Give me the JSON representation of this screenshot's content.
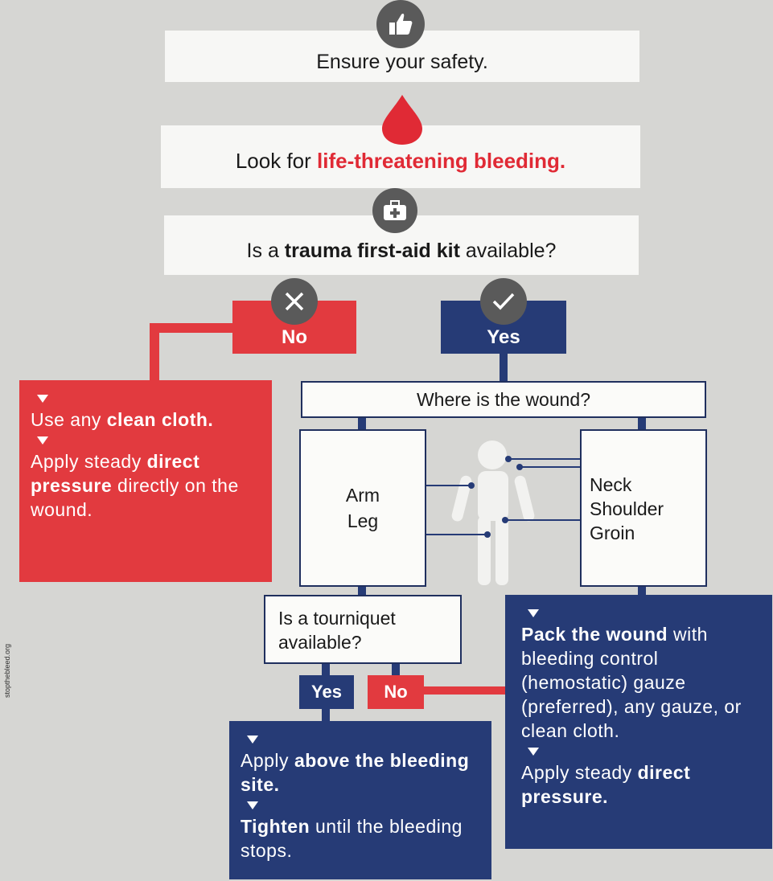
{
  "step1": {
    "text": "Ensure your safety.",
    "icon": "thumbs-up-icon"
  },
  "step2": {
    "text_plain": "Look for ",
    "text_highlight": "life-threatening bleeding.",
    "icon": "blood-drop-icon"
  },
  "step3": {
    "text_plain_1": "Is a ",
    "text_bold": "trauma first-aid kit",
    "text_plain_2": " available?",
    "icon": "first-aid-kit-icon"
  },
  "no_branch": {
    "label": "No",
    "icon": "x-icon",
    "step_a": {
      "plain_1": "Use any ",
      "bold": "clean cloth."
    },
    "step_b": {
      "plain_1": "Apply steady ",
      "bold": "direct pressure",
      "plain_2": " directly on the wound."
    }
  },
  "yes_branch": {
    "label": "Yes",
    "icon": "check-icon"
  },
  "wound_question": "Where is the wound?",
  "arm_leg": {
    "line1": "Arm",
    "line2": "Leg"
  },
  "neck_group": {
    "line1": "Neck",
    "line2": "Shoulder",
    "line3": "Groin"
  },
  "tourniquet_question": "Is a tourniquet available?",
  "tourniquet_yes": "Yes",
  "tourniquet_no": "No",
  "tourniquet_steps": {
    "step_a": {
      "plain_1": "Apply ",
      "bold": "above the bleeding site."
    },
    "step_b": {
      "bold": "Tighten",
      "plain_1": " until the bleeding stops."
    }
  },
  "pack_steps": {
    "step_a": {
      "bold": "Pack the wound",
      "plain_1": " with bleeding control (hemostatic) gauze (preferred), any gauze, or clean cloth."
    },
    "step_b": {
      "plain_1": "Apply steady ",
      "bold": "direct pressure."
    }
  },
  "credit": "stopthebleed.org",
  "colors": {
    "red": "#e23a3f",
    "navy": "#263b76",
    "icon_gray": "#5a5a5a"
  }
}
